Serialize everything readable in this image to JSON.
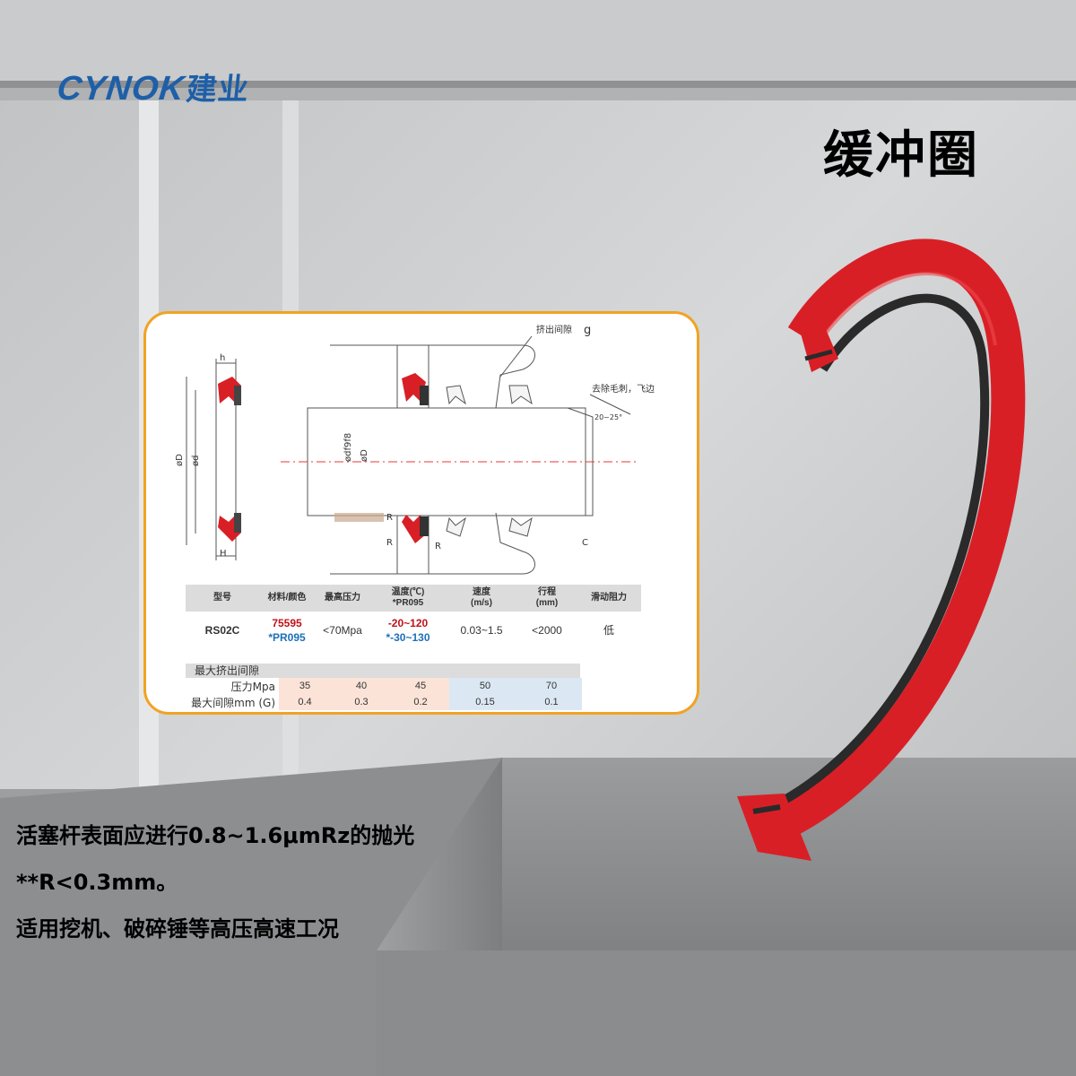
{
  "brand": {
    "latin": "CYNOK",
    "cn": "建业"
  },
  "product_title": "缓冲圈",
  "drawing_labels": {
    "extrusion_gap": "挤出间隙",
    "gap_symbol": "g",
    "deburr": "去除毛刺，飞边",
    "angle": "20~25°",
    "dim_d_shaft": "ødf9f8",
    "dim_d_bore": "øD",
    "dim_h": "h",
    "dim_H": "H",
    "dim_c": "C",
    "dim_r": "R",
    "dim_left_d": "ød",
    "dim_left_D": "øD"
  },
  "spec_table": {
    "headers": [
      "型号",
      "材料/颜色",
      "最高压力",
      "温度(℃)",
      "*PR095",
      "速度",
      "(m/s)",
      "行程",
      "(mm)",
      "滑动阻力"
    ],
    "row": {
      "model": "RS02C",
      "material": "75595",
      "material_alt": "*PR095",
      "pressure": "<70Mpa",
      "temp": "-20~120",
      "temp_alt": "*-30~130",
      "speed": "0.03~1.5",
      "stroke": "<2000",
      "friction": "低"
    }
  },
  "gap_table": {
    "title": "最大挤出间隙",
    "pressure_label": "压力Mpa",
    "gap_label": "最大间隙mm (G)",
    "pressure": [
      "35",
      "40",
      "45",
      "50",
      "70"
    ],
    "gap": [
      "0.4",
      "0.3",
      "0.2",
      "0.15",
      "0.1"
    ]
  },
  "notes": [
    "活塞杆表面应进行0.8~1.6μmRz的抛光",
    "**R<0.3mm。",
    "适用挖机、破碎锤等高压高速工况"
  ],
  "colors": {
    "brand": "#1d5fa8",
    "ring_red": "#d91f26",
    "ring_dark": "#2a2a2a",
    "card_border": "#f2a223"
  }
}
